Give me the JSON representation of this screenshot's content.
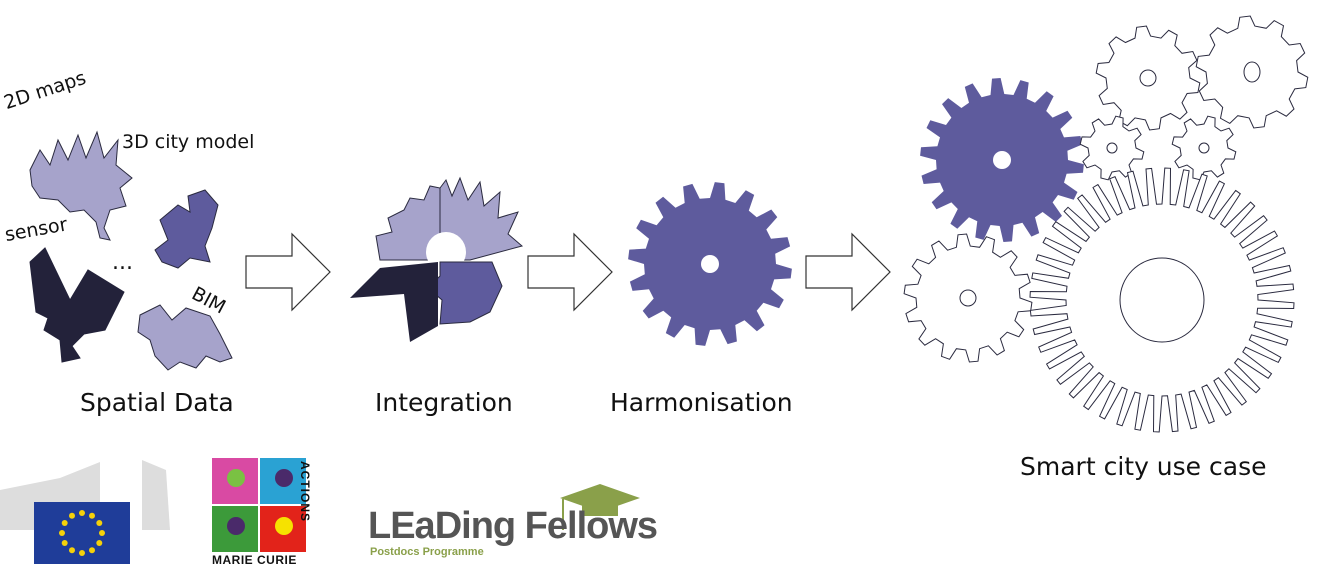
{
  "labels": {
    "maps2d": "2D maps",
    "city3d": "3D city model",
    "sensor": "sensor",
    "ellipsis": "...",
    "bim": "BIM",
    "spatial": "Spatial Data",
    "integration": "Integration",
    "harmonisation": "Harmonisation",
    "smart": "Smart city use case"
  },
  "logos": {
    "eu": "eu-flag-logo",
    "marie_curie": "MARIE CURIE",
    "actions": "ACTIONS",
    "leading": "LEaDing Fellows",
    "leading_sub": "Postdocs Programme"
  },
  "colors": {
    "dark": "#23223a",
    "mid": "#5e5b9d",
    "light": "#a6a3cb",
    "outline": "#2a2a3f",
    "eu_blue": "#1f3d99",
    "eu_star": "#f5d10a",
    "green": "#8aa04a"
  }
}
